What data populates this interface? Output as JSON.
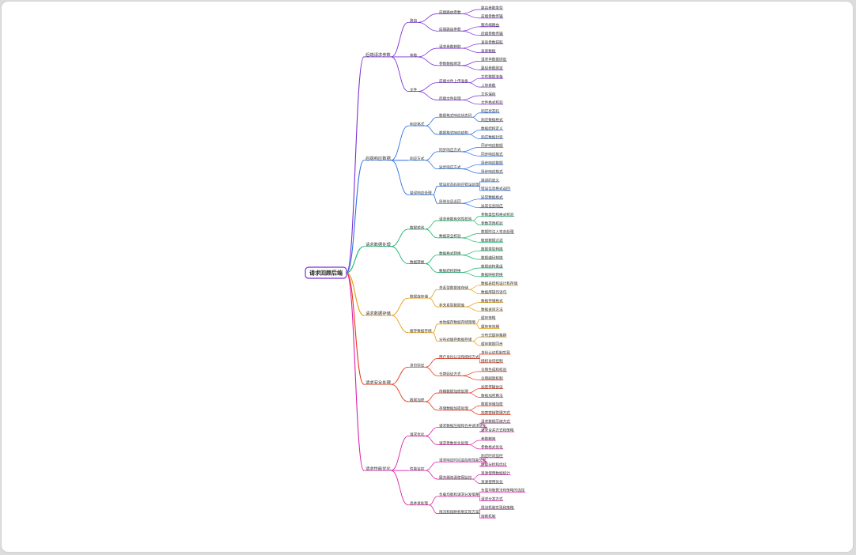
{
  "root": {
    "label": "请求回顾后端",
    "color": "#7b2fd6"
  },
  "branches": [
    {
      "label": "后端请求参数",
      "color": "#7b2fd6",
      "children": [
        {
          "label": "路由",
          "children": [
            {
              "label": "前端路由参数",
              "children": [
                "路由参数类型",
                "前端参数传输"
              ]
            },
            {
              "label": "后端路由参数",
              "children": [
                "服务端路由",
                "后端参数传输"
              ]
            }
          ]
        },
        {
          "label": "参数",
          "children": [
            {
              "label": "请求参数获取",
              "children": [
                "查询参数获取",
                "表单数据"
              ]
            },
            {
              "label": "参数数据绑定",
              "children": [
                "请求体数据绑定",
                "路径参数绑定"
              ]
            }
          ]
        },
        {
          "label": "文件",
          "children": [
            {
              "label": "前端文件上传准备",
              "children": [
                "文件数据准备",
                "上传参数"
              ]
            },
            {
              "label": "后端文件处理",
              "children": [
                "文件保存",
                "文件格式校验"
              ]
            }
          ]
        }
      ]
    },
    {
      "label": "后端响应数据",
      "color": "#2f6fe0",
      "children": [
        {
          "label": "响应格式",
          "children": [
            {
              "label": "数据格式响应状态码",
              "children": [
                "响应状态码",
                "响应数据格式"
              ]
            },
            {
              "label": "数据格式响应结构",
              "children": [
                "数据结构定义",
                "响应数据封装"
              ]
            }
          ]
        },
        {
          "label": "响应方式",
          "children": [
            {
              "label": "同步响应方式",
              "children": [
                "同步响应数据",
                "同步响应格式"
              ]
            },
            {
              "label": "异步响应方式",
              "children": [
                "异步响应数据",
                "异步响应格式"
              ]
            }
          ]
        },
        {
          "label": "错误响应处理",
          "children": [
            {
              "label": "错误状态码响应错误处理",
              "children": [
                "错误码定义",
                "错误信息格式返回"
              ]
            },
            {
              "label": "异常信息返回",
              "children": [
                "异常数据格式",
                "异常信息响应"
              ]
            }
          ]
        }
      ]
    },
    {
      "label": "请求数据处理",
      "color": "#17b56b",
      "children": [
        {
          "label": "数据校验",
          "children": [
            {
              "label": "请求参数有效性校验",
              "children": [
                "参数类型和格式校验",
                "参数范围校验"
              ]
            },
            {
              "label": "数据安全校验",
              "children": [
                "数据防注入攻击处理",
                "敏感数据过滤"
              ]
            }
          ]
        },
        {
          "label": "数据转换",
          "children": [
            {
              "label": "数据格式转换",
              "children": [
                "数据类型转换",
                "数据编码转换"
              ]
            },
            {
              "label": "数据结构转换",
              "children": [
                "数据结构重组",
                "数据映射转换"
              ]
            }
          ]
        }
      ]
    },
    {
      "label": "请求数据存储",
      "color": "#e89a10",
      "children": [
        {
          "label": "数据库存储",
          "children": [
            {
              "label": "关系型数据库存储",
              "children": [
                "数据表结构设计和存储",
                "数据库操作语句"
              ]
            },
            {
              "label": "非关系型数据库",
              "children": [
                "数据存储格式",
                "数据查询方法"
              ]
            }
          ]
        },
        {
          "label": "缓存数据存储",
          "children": [
            {
              "label": "本地缓存数据存储策略",
              "children": [
                "缓存策略",
                "缓存有效期"
              ]
            },
            {
              "label": "分布式缓存数据存储",
              "children": [
                "分布式缓存集群",
                "缓存数据同步"
              ]
            }
          ]
        }
      ]
    },
    {
      "label": "请求安全处理",
      "color": "#e8361a",
      "children": [
        {
          "label": "身份验证",
          "children": [
            {
              "label": "用户身份认证和授权方式",
              "children": [
                "身份认证机制实现",
                "授权访问控制"
              ]
            },
            {
              "label": "令牌验证方式",
              "children": [
                "令牌生成和校验",
                "令牌刷新机制"
              ]
            }
          ]
        },
        {
          "label": "数据加密",
          "children": [
            {
              "label": "传输数据加密处理",
              "children": [
                "加密传输协议",
                "数据加密算法"
              ]
            },
            {
              "label": "存储数据加密处理",
              "children": [
                "数据存储加密",
                "加密密钥管理方式"
              ]
            }
          ]
        }
      ]
    },
    {
      "label": "请求性能优化",
      "color": "#e01fa8",
      "children": [
        {
          "label": "请求优化",
          "children": [
            {
              "label": "请求数据压缩和合并请求优化",
              "children": [
                "请求数据压缩方式",
                "请求合并方式和策略"
              ]
            },
            {
              "label": "请求参数优化处理",
              "children": [
                "参数精简",
                "参数格式优化"
              ]
            }
          ]
        },
        {
          "label": "性能监控",
          "children": [
            {
              "label": "请求响应时间监控和性能分析",
              "children": [
                "响应时间监控",
                "性能分析和优化"
              ]
            },
            {
              "label": "服务器资源使用监控",
              "children": [
                "资源使用数据统计",
                "资源使用优化"
              ]
            }
          ]
        },
        {
          "label": "高并发处理",
          "children": [
            {
              "label": "负载均衡和请求分发策略",
              "children": [
                "负载均衡算法和策略的选择",
                "请求分发方式"
              ]
            },
            {
              "label": "限流和熔断机制实现方案",
              "children": [
                "限流机制实现和策略",
                "熔断机制"
              ]
            }
          ]
        }
      ]
    }
  ]
}
